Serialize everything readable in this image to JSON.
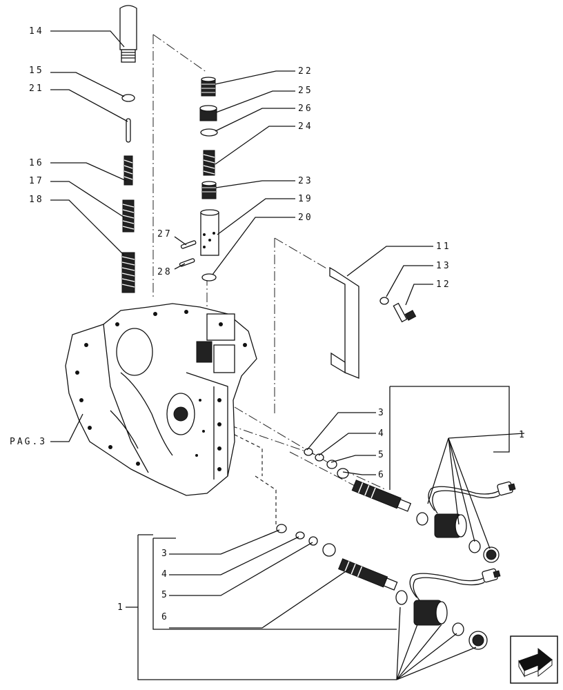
{
  "callouts": {
    "c14": "14",
    "c15": "15",
    "c21": "21",
    "c16": "16",
    "c17": "17",
    "c18": "18",
    "c22": "22",
    "c25": "25",
    "c26": "26",
    "c24": "24",
    "c23": "23",
    "c19": "19",
    "c20": "20",
    "c27": "27",
    "c28": "28",
    "c11": "11",
    "c13": "13",
    "c12": "12",
    "pag": "PAG.3",
    "r3": "3",
    "r4": "4",
    "r5": "5",
    "r6": "6",
    "r1": "1",
    "l3": "3",
    "l4": "4",
    "l5": "5",
    "l6": "6",
    "l1": "1"
  },
  "icons": {
    "next": "next-page-arrow-icon"
  }
}
